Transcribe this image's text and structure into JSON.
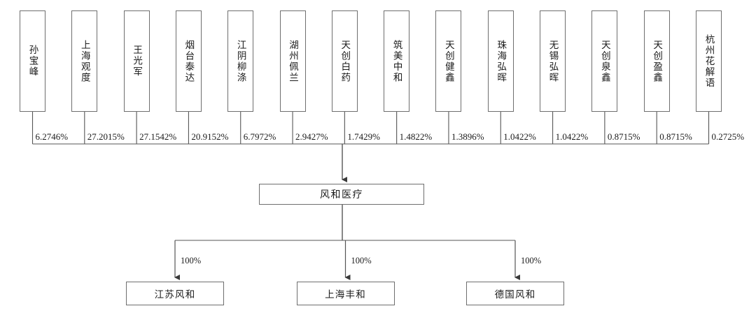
{
  "diagram": {
    "type": "ownership-structure-chart",
    "stroke_color": "#6e6e6e",
    "line_color": "#555555",
    "text_color": "#1b1b1b",
    "background": "#ffffff",
    "shareholders": [
      {
        "name": "孙宝峰",
        "percent": "6.2746%"
      },
      {
        "name": "上海观度",
        "percent": "27.2015%"
      },
      {
        "name": "王光军",
        "percent": "27.1542%"
      },
      {
        "name": "烟台泰达",
        "percent": "20.9152%"
      },
      {
        "name": "江阴柳涤",
        "percent": "6.7972%"
      },
      {
        "name": "湖州佩兰",
        "percent": "2.9427%"
      },
      {
        "name": "天创白药",
        "percent": "1.7429%"
      },
      {
        "name": "筑美中和",
        "percent": "1.4822%"
      },
      {
        "name": "天创健鑫",
        "percent": "1.3896%"
      },
      {
        "name": "珠海弘晖",
        "percent": "1.0422%"
      },
      {
        "name": "无锡弘晖",
        "percent": "1.0422%"
      },
      {
        "name": "天创泉鑫",
        "percent": "0.8715%"
      },
      {
        "name": "天创盈鑫",
        "percent": "0.8715%"
      },
      {
        "name": "杭州花解语",
        "percent": "0.2725%"
      }
    ],
    "parent": {
      "name": "风和医疗"
    },
    "subsidiaries": [
      {
        "name": "江苏风和",
        "percent": "100%"
      },
      {
        "name": "上海丰和",
        "percent": "100%"
      },
      {
        "name": "德国风和",
        "percent": "100%"
      }
    ]
  }
}
